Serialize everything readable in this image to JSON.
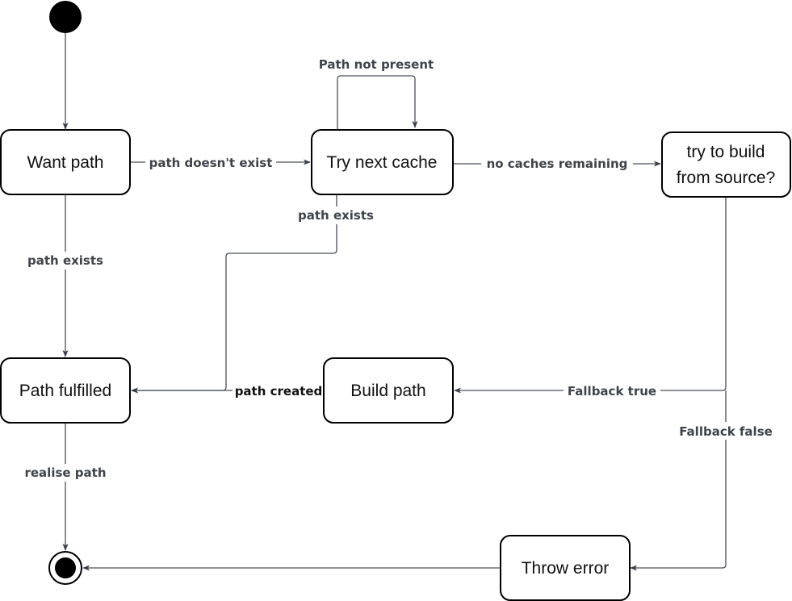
{
  "states": {
    "want_path": "Want path",
    "try_next_cache": "Try next cache",
    "try_build_line1": "try to build",
    "try_build_line2": "from source?",
    "path_fulfilled": "Path fulfilled",
    "build_path": "Build path",
    "throw_error": "Throw error"
  },
  "transitions": {
    "path_doesnt_exist": "path doesn't exist",
    "path_not_present": "Path not present",
    "no_caches_remaining": "no caches remaining",
    "path_exists_cache": "path exists",
    "path_exists_want": "path exists",
    "fallback_true": "Fallback true",
    "fallback_false": "Fallback false",
    "path_created": "path created",
    "realise_path": "realise path"
  },
  "colors": {
    "edge": "#4a4f57",
    "state_border": "#000000",
    "node_fill": "#000000",
    "label_text": "#3f434a"
  }
}
